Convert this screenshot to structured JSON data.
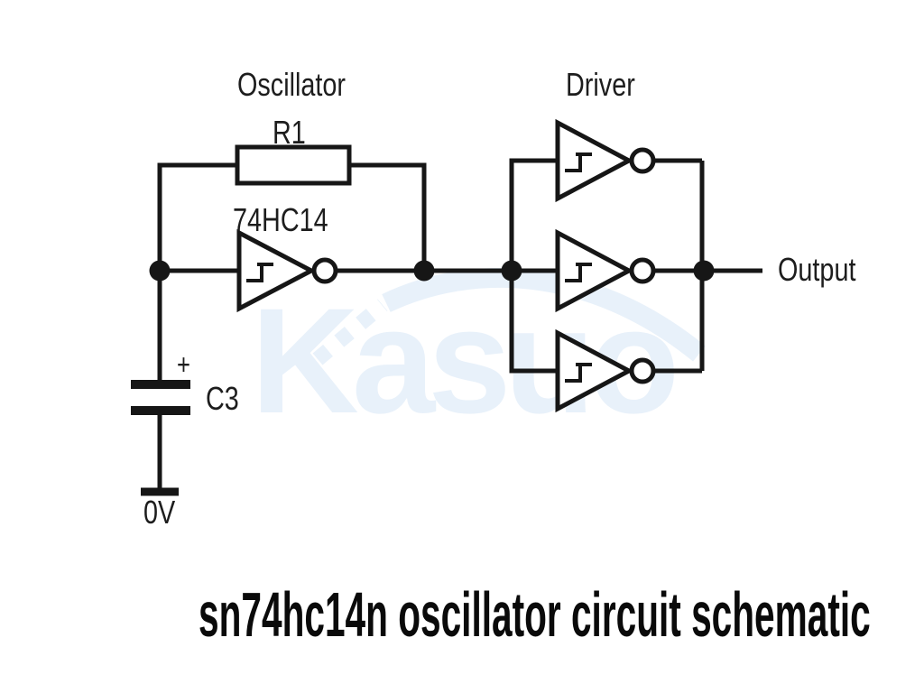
{
  "caption": "sn74hc14n oscillator circuit schematic",
  "watermark": {
    "text": "Kasuo"
  },
  "labels": {
    "oscillator_section": "Oscillator",
    "driver_section": "Driver",
    "resistor": "R1",
    "ic": "74HC14",
    "capacitor": "C3",
    "capacitor_plus": "+",
    "ground": "0V",
    "output": "Output"
  },
  "components": {
    "oscillator_inverter": "74HC14 schmitt-trigger inverter",
    "driver_inverters_count": 3,
    "resistor": "R1 feedback resistor",
    "capacitor": "C3 polarized timing capacitor",
    "ground_node": "0V",
    "output_node": "Output"
  },
  "colors": {
    "line": "#161616",
    "text": "#1d1d1d",
    "watermark": "#e8f1fa",
    "background": "#ffffff"
  }
}
